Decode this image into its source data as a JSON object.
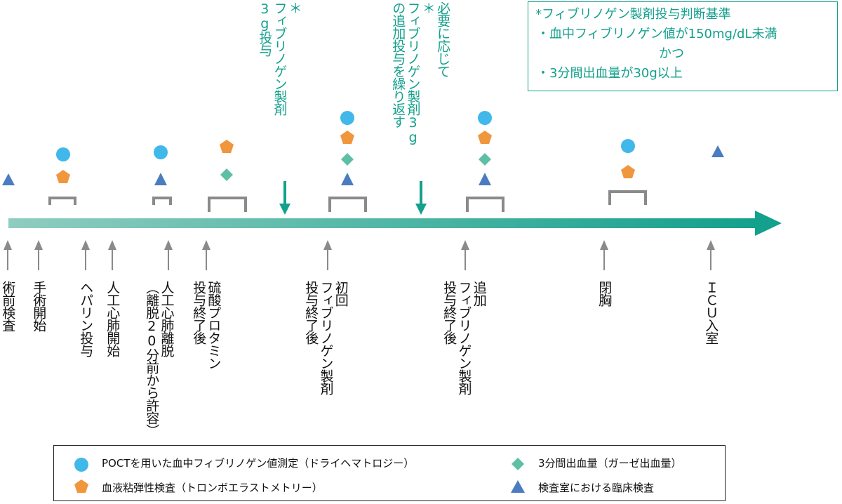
{
  "criteria": {
    "title": "*フィブリノゲン製剤投与判断基準",
    "line1": "・血中フィブリノゲン値が150mg/dL未満",
    "line2": "かつ",
    "line3": "・3分間出血量が30g以上"
  },
  "top_annotations": {
    "first": "＊\nフィブリノゲン製剤\n3g投与",
    "second": "必要に応じて\n＊\nフィブリノゲン製剤3g\nの追加投与を繰り返す"
  },
  "events": [
    {
      "label": "術前検査"
    },
    {
      "label": "手術開始"
    },
    {
      "label": "ヘパリン投与"
    },
    {
      "label": "人工心肺開始"
    },
    {
      "label": "人工心肺離脱\n（離脱20分前から許容）"
    },
    {
      "label": "硫酸プロタミン\n投与終了後"
    },
    {
      "label": "初回\nフィブリノゲン製剤\n投与終了後"
    },
    {
      "label": "追加\nフィブリノゲン製剤\n投与終了後"
    },
    {
      "label": "閉胸"
    },
    {
      "label": "ＩＣＵ入室"
    }
  ],
  "legend": {
    "poct": "POCTを用いた血中フィブリノゲン値測定（ドライヘマトロジー）",
    "viscoelastic": "血液粘弾性検査（トロンボエラストメトリー）",
    "bleeding": "3分間出血量（ガーゼ出血量）",
    "lab": "検査室における臨床検査"
  },
  "colors": {
    "circle": "#40b8ea",
    "pentagon": "#f0963c",
    "diamond": "#5ebfa4",
    "triangle": "#4a7cc0",
    "teal": "#13a08c",
    "arrow_start": "#8fcdc0",
    "gray": "#8a8a8a"
  }
}
